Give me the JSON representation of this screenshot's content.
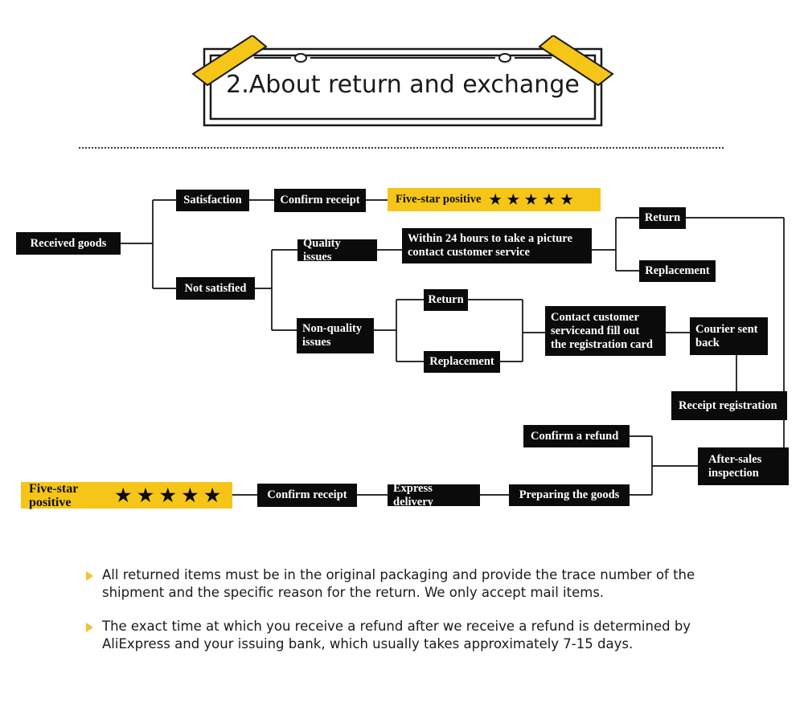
{
  "header": {
    "title": "2.About return and exchange",
    "ribbon_color": "#F5C518",
    "frame_color": "#1a1a1a"
  },
  "divider": {
    "style": "dotted"
  },
  "flowchart": {
    "accent_color": "#F5C518",
    "node_bg": "#0b0b0b",
    "node_fg": "#ffffff",
    "star_glyph": "★",
    "star_count": 5,
    "nodes": [
      {
        "id": "received-goods",
        "label": "Received goods"
      },
      {
        "id": "satisfaction",
        "label": "Satisfaction"
      },
      {
        "id": "confirm-receipt-top",
        "label": "Confirm receipt"
      },
      {
        "id": "five-star-top",
        "label": "Five-star positive"
      },
      {
        "id": "not-satisfied",
        "label": "Not satisfied"
      },
      {
        "id": "quality-issues",
        "label": "Quality issues"
      },
      {
        "id": "within-24-hours",
        "label": "Within 24 hours to take a picture\ncontact customer service"
      },
      {
        "id": "return-top",
        "label": "Return"
      },
      {
        "id": "replacement-top",
        "label": "Replacement"
      },
      {
        "id": "non-quality-issues",
        "label": "Non-quality\nissues"
      },
      {
        "id": "return-mid",
        "label": "Return"
      },
      {
        "id": "replacement-mid",
        "label": "Replacement"
      },
      {
        "id": "contact-customer",
        "label": "Contact customer\nserviceand fill out\nthe registration card"
      },
      {
        "id": "courier-sent-back",
        "label": "Courier sent\nback"
      },
      {
        "id": "receipt-registration",
        "label": "Receipt registration"
      },
      {
        "id": "confirm-a-refund",
        "label": "Confirm a refund"
      },
      {
        "id": "after-sales-inspection",
        "label": "After-sales\ninspection"
      },
      {
        "id": "preparing-the-goods",
        "label": "Preparing the goods"
      },
      {
        "id": "express-delivery",
        "label": "Express delivery"
      },
      {
        "id": "confirm-receipt-bottom",
        "label": "Confirm receipt"
      },
      {
        "id": "five-star-bottom",
        "label": "Five-star positive"
      }
    ]
  },
  "notes": [
    {
      "text": "All returned items must be in the original packaging and provide the trace number of the shipment and the specific reason for the return. We only accept mail items."
    },
    {
      "text": "The exact time at which you receive a refund after we receive a refund is determined by AliExpress and your issuing bank, which usually takes approximately 7-15 days."
    }
  ]
}
